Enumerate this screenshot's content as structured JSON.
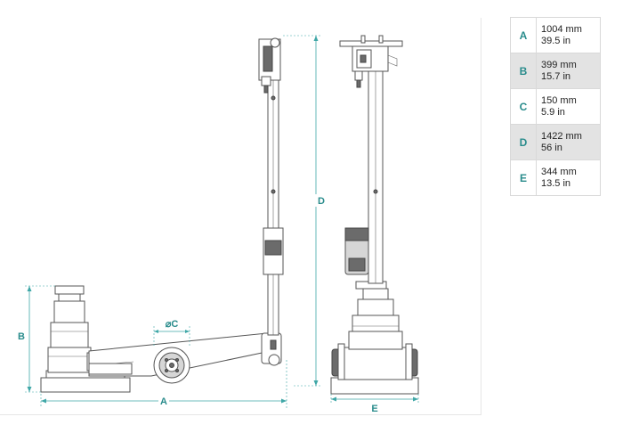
{
  "diagram": {
    "labels": {
      "a": "A",
      "b": "B",
      "c": "⌀C",
      "d": "D",
      "e": "E"
    }
  },
  "dimensions_table": {
    "rows": [
      {
        "letter": "A",
        "metric": "1004 mm",
        "imperial": "39.5 in"
      },
      {
        "letter": "B",
        "metric": "399 mm",
        "imperial": "15.7 in"
      },
      {
        "letter": "C",
        "metric": "150 mm",
        "imperial": "5.9 in"
      },
      {
        "letter": "D",
        "metric": "1422 mm",
        "imperial": "56 in"
      },
      {
        "letter": "E",
        "metric": "344 mm",
        "imperial": "13.5 in"
      }
    ]
  },
  "colors": {
    "accent": "#2a8c8c",
    "row_shade": "#e3e3e3",
    "line": "#555555"
  }
}
